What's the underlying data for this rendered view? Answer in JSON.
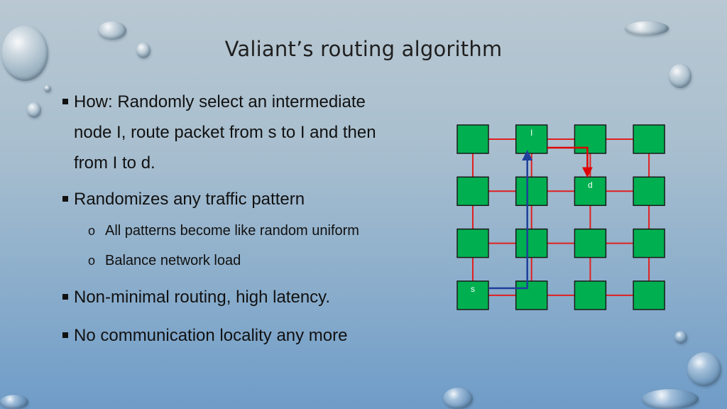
{
  "title": "Valiant’s routing algorithm",
  "bullets": [
    {
      "text": "How: Randomly select an intermediate node I, route packet from s to I and then from I to d.",
      "lines": [
        "How: Randomly select an intermediate",
        "node I, route packet from s to I and then",
        "from I to d."
      ]
    },
    {
      "text": "Randomizes any traffic pattern",
      "subs": [
        "All patterns become like random uniform",
        "Balance network load"
      ]
    },
    {
      "text": "Non-minimal routing, high latency."
    },
    {
      "text": "No communication locality any more"
    }
  ],
  "diagram": {
    "rows": 4,
    "cols": 4,
    "node_color": "#00b050",
    "link_color": "#e02020",
    "labels": [
      {
        "row": 0,
        "col": 1,
        "text": "I"
      },
      {
        "row": 1,
        "col": 2,
        "text": "d"
      },
      {
        "row": 3,
        "col": 0,
        "text": "s"
      }
    ],
    "path_s_to_I": {
      "color": "#1f3f9a",
      "via": [
        [
          3,
          0
        ],
        [
          3,
          1
        ],
        [
          0,
          1
        ]
      ]
    },
    "path_I_to_d": {
      "color": "#e00000",
      "via": [
        [
          0,
          1
        ],
        [
          0,
          2
        ],
        [
          1,
          2
        ]
      ]
    }
  }
}
